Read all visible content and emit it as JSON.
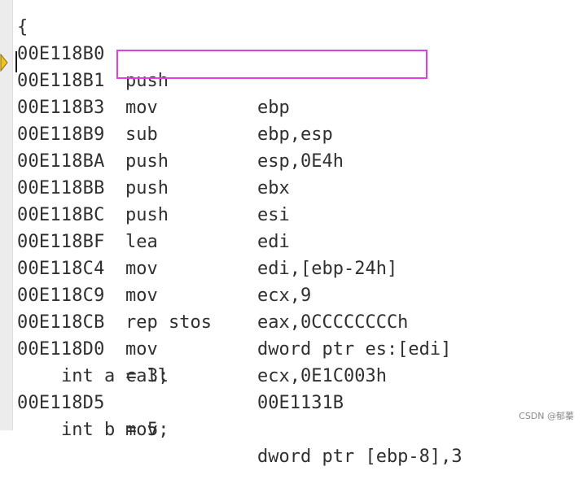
{
  "disassembly": {
    "open_brace": "{",
    "rows": [
      {
        "address": "00E118B0",
        "mnemonic": "push",
        "operands": "ebp"
      },
      {
        "address": "00E118B1",
        "mnemonic": "mov",
        "operands": "ebp,esp"
      },
      {
        "address": "00E118B3",
        "mnemonic": "sub",
        "operands": "esp,0E4h"
      },
      {
        "address": "00E118B9",
        "mnemonic": "push",
        "operands": "ebx"
      },
      {
        "address": "00E118BA",
        "mnemonic": "push",
        "operands": "esi"
      },
      {
        "address": "00E118BB",
        "mnemonic": "push",
        "operands": "edi"
      },
      {
        "address": "00E118BC",
        "mnemonic": "lea",
        "operands": "edi,[ebp-24h]"
      },
      {
        "address": "00E118BF",
        "mnemonic": "mov",
        "operands": "ecx,9"
      },
      {
        "address": "00E118C4",
        "mnemonic": "mov",
        "operands": "eax,0CCCCCCCCh"
      },
      {
        "address": "00E118C9",
        "mnemonic": "rep stos",
        "operands": "dword ptr es:[edi]"
      },
      {
        "address": "00E118CB",
        "mnemonic": "mov",
        "operands": "ecx,0E1C003h"
      },
      {
        "address": "00E118D0",
        "mnemonic": "call",
        "operands": "00E1131B"
      },
      {
        "address": "00E118D5",
        "mnemonic": "mov",
        "operands": "dword ptr [ebp-8],3"
      }
    ],
    "source_lines": {
      "line_a": "int a = 3;",
      "line_b": "int b = 5;"
    },
    "current_instruction": "00E118B1",
    "highlight_color": "#e23ee0",
    "arrow_color": "#f2c21a"
  },
  "watermark": "CSDN @郁蓁"
}
